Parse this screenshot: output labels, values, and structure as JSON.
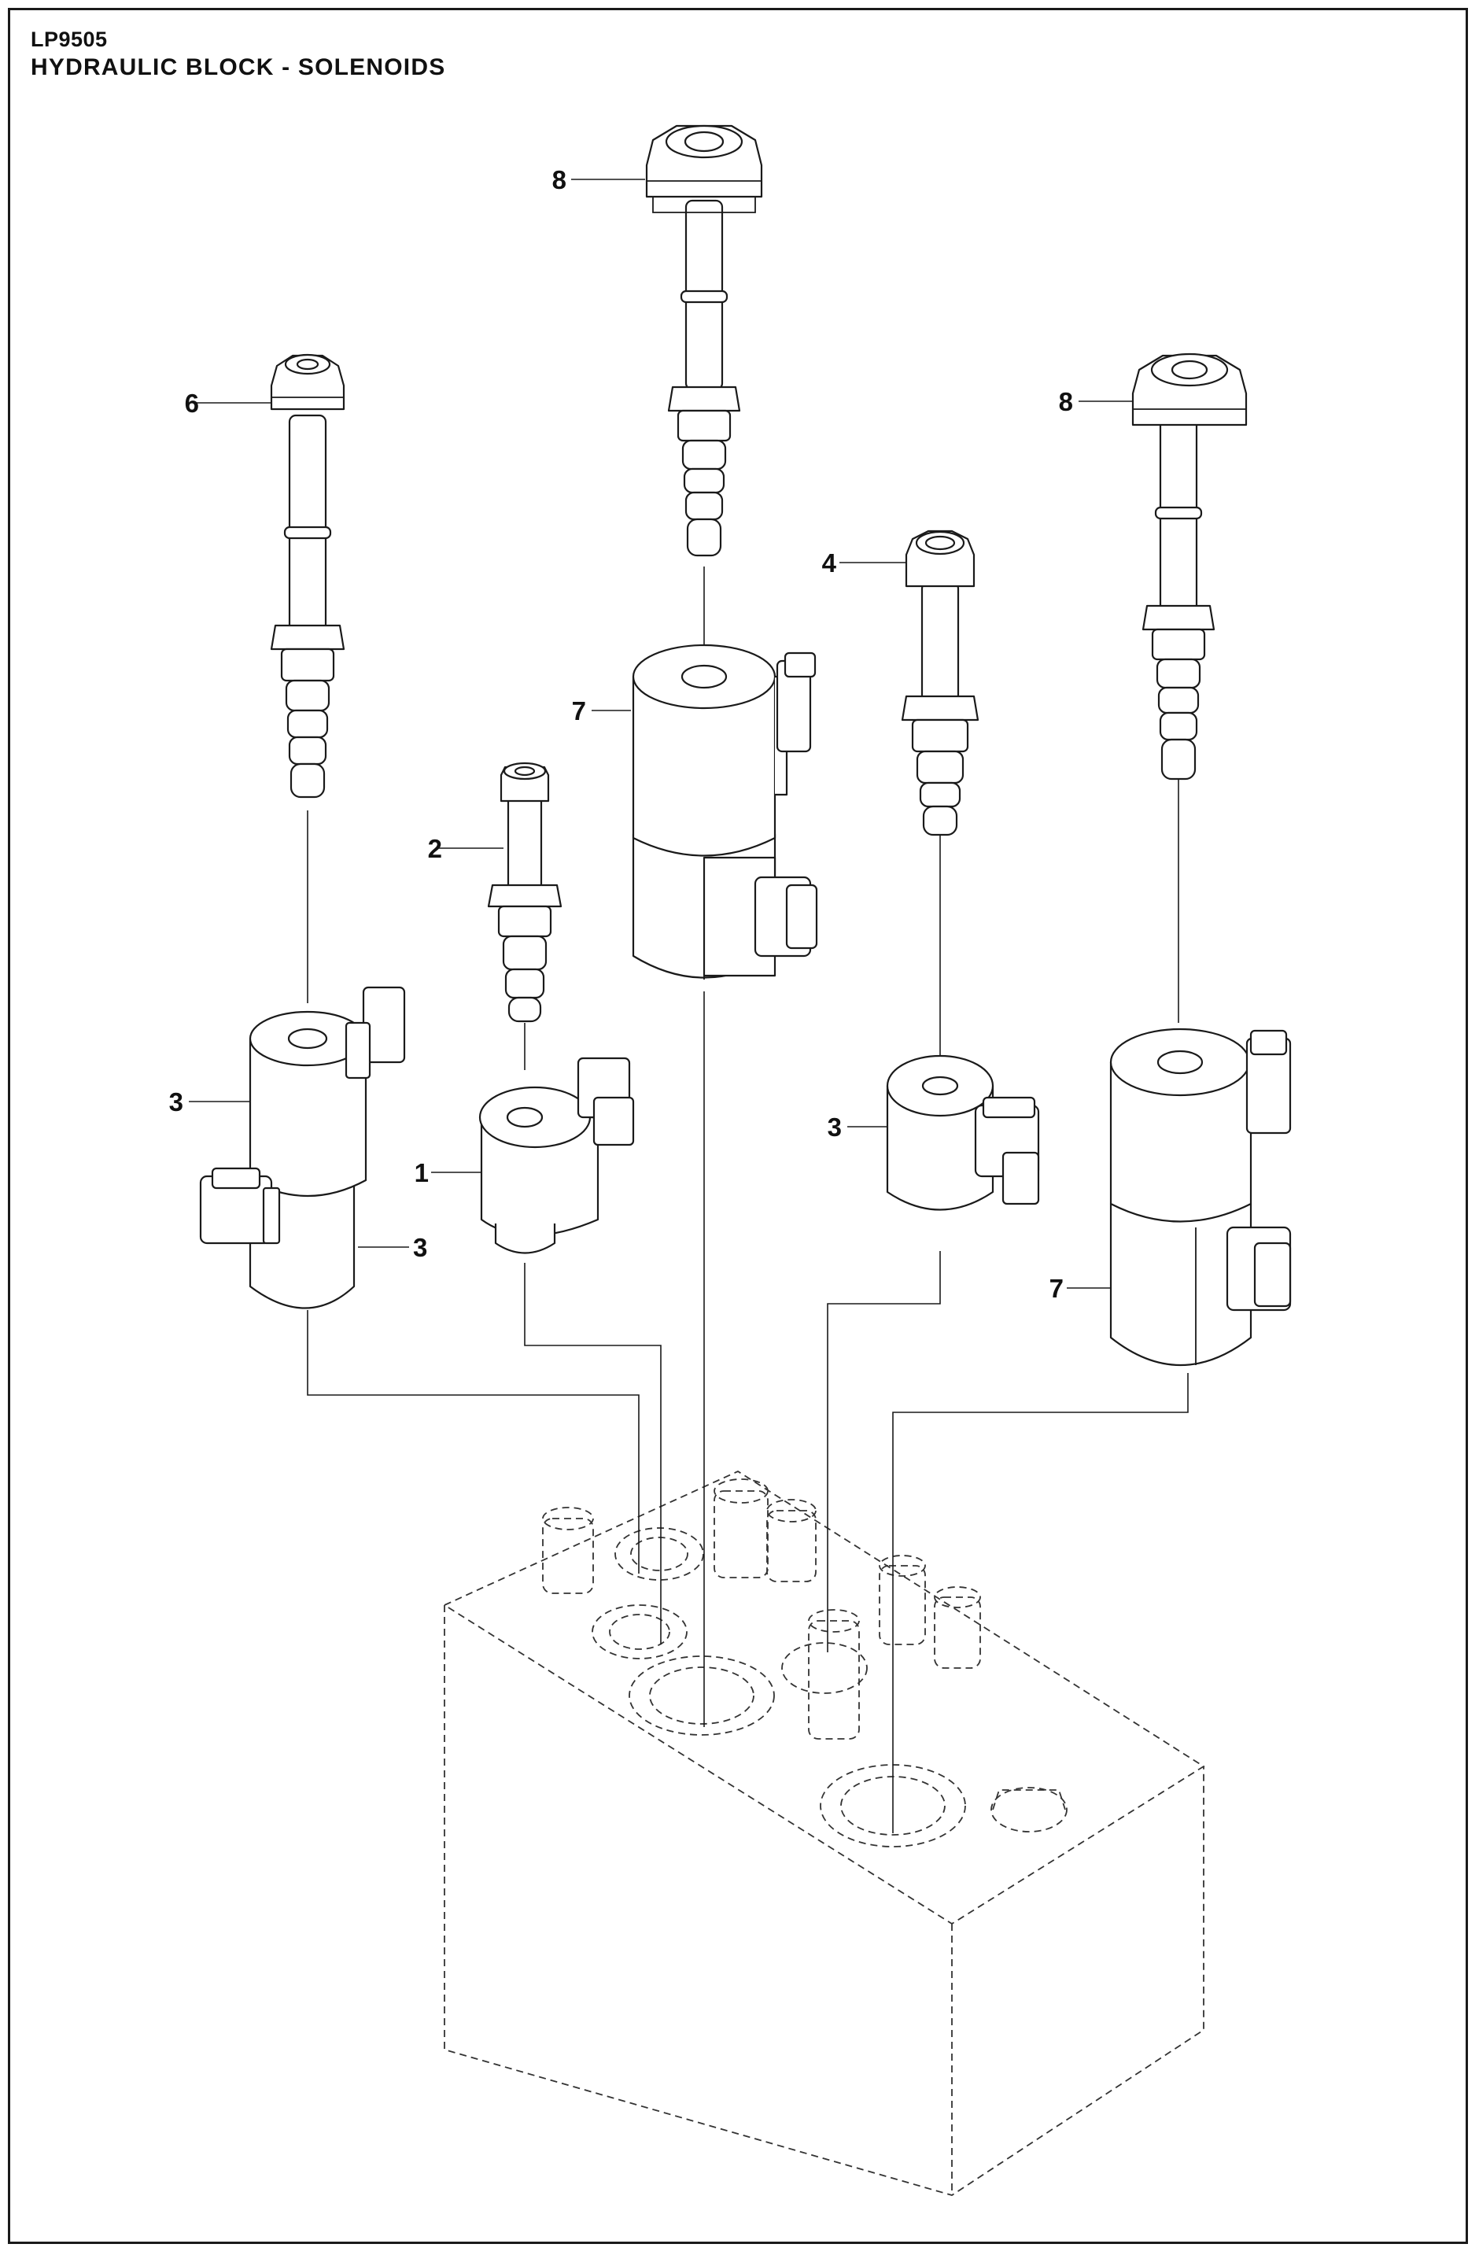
{
  "header": {
    "code": "LP9505",
    "title": "HYDRAULIC BLOCK - SOLENOIDS"
  },
  "callouts": {
    "c8_top": "8",
    "c6": "6",
    "c8_right": "8",
    "c4": "4",
    "c7_center": "7",
    "c2": "2",
    "c3_left_upper": "3",
    "c1": "1",
    "c3_left_lower": "3",
    "c3_mid": "3",
    "c7_right": "7"
  }
}
